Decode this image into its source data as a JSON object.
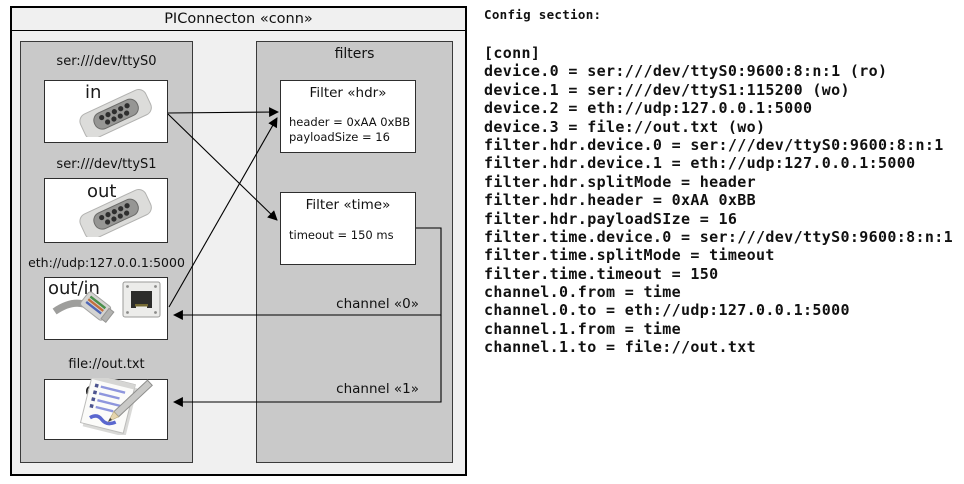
{
  "colors": {
    "outer_background": "#f0f0f0",
    "panel_background": "#c9c9c9",
    "box_background": "#ffffff",
    "line_color": "#000000"
  },
  "diagram": {
    "title": "PIConnecton «conn»",
    "devices_panel": {
      "devices": [
        {
          "address": "ser:///dev/ttyS0",
          "mode": "in",
          "icon": "serial-db9-icon"
        },
        {
          "address": "ser:///dev/ttyS1",
          "mode": "out",
          "icon": "serial-db9-icon"
        },
        {
          "address": "eth://udp:127.0.0.1:5000",
          "mode": "out/in",
          "icon": "ethernet-plug-icon"
        },
        {
          "address": "file://out.txt",
          "mode": "out",
          "icon": "notepad-pencil-icon"
        }
      ]
    },
    "filters_panel": {
      "title": "filters",
      "filters": [
        {
          "title": "Filter «hdr»",
          "params": [
            "header = 0xAA 0xBB",
            "payloadSize = 16"
          ]
        },
        {
          "title": "Filter «time»",
          "params": [
            "timeout = 150 ms"
          ]
        }
      ],
      "channels": [
        {
          "label": "channel «0»"
        },
        {
          "label": "channel «1»"
        }
      ]
    }
  },
  "config": {
    "heading": "Config section:",
    "lines": [
      "[conn]",
      "device.0 = ser:///dev/ttyS0:9600:8:n:1 (ro)",
      "device.1 = ser:///dev/ttyS1:115200 (wo)",
      "device.2 = eth://udp:127.0.0.1:5000",
      "device.3 = file://out.txt (wo)",
      "filter.hdr.device.0 = ser:///dev/ttyS0:9600:8:n:1",
      "filter.hdr.device.1 = eth://udp:127.0.0.1:5000",
      "filter.hdr.splitMode = header",
      "filter.hdr.header = 0xAA 0xBB",
      "filter.hdr.payloadSIze = 16",
      "filter.time.device.0 = ser:///dev/ttyS0:9600:8:n:1",
      "filter.time.splitMode = timeout",
      "filter.time.timeout = 150",
      "channel.0.from = time",
      "channel.0.to = eth://udp:127.0.0.1:5000",
      "channel.1.from = time",
      "channel.1.to = file://out.txt"
    ]
  }
}
